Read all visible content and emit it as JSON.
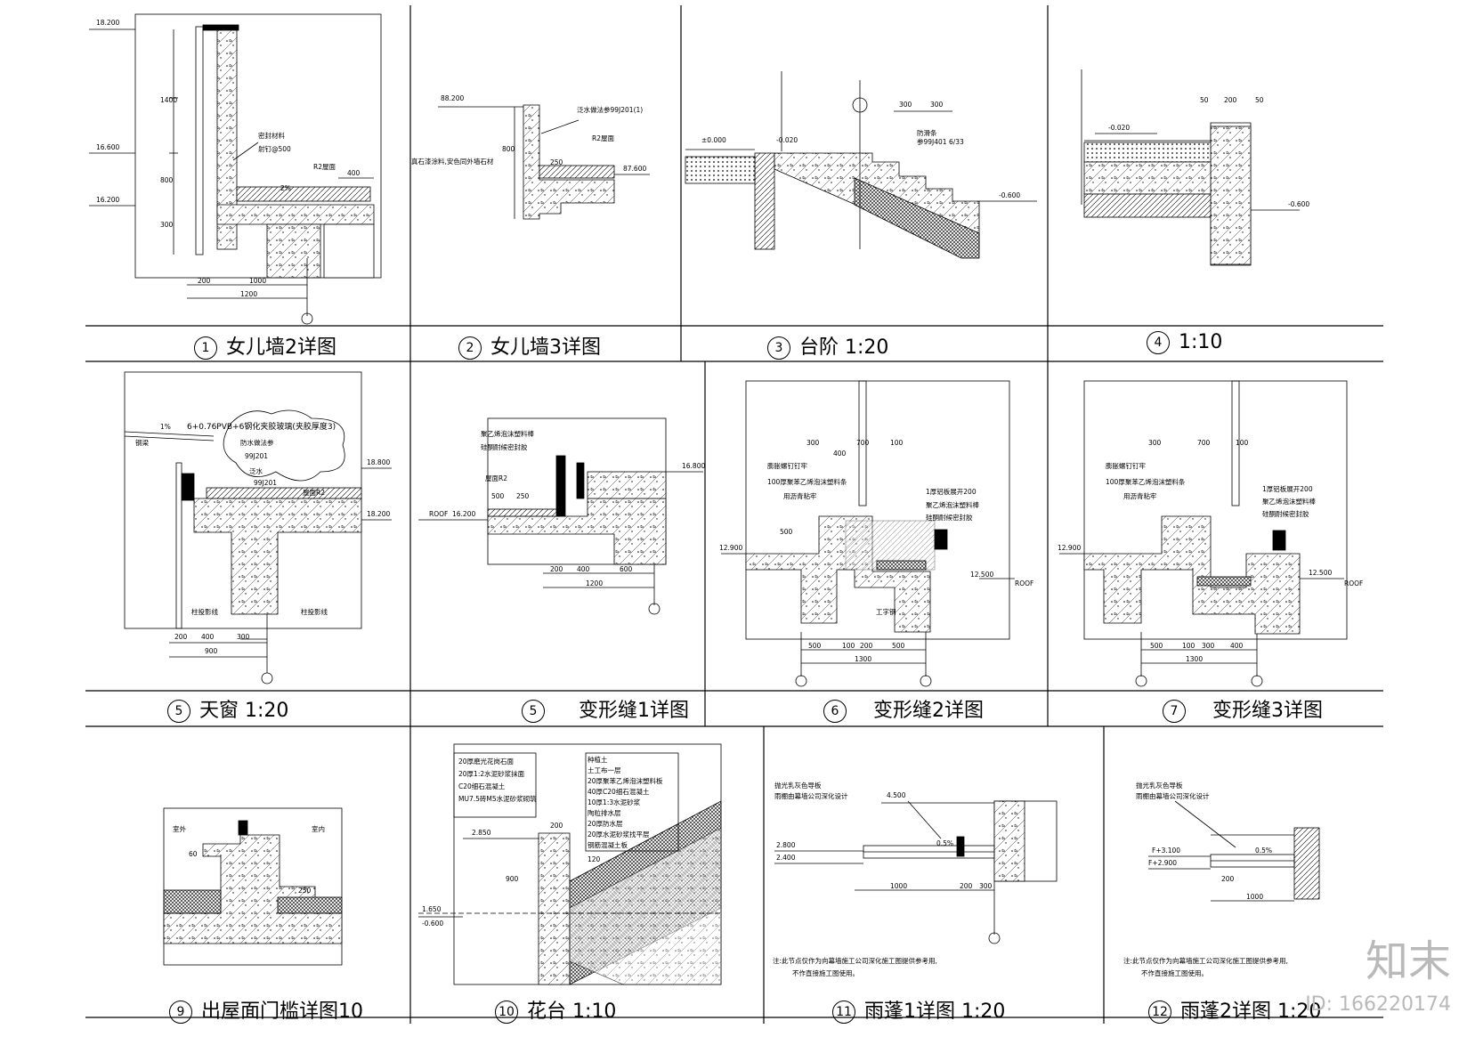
{
  "captions": [
    {
      "no": "1",
      "text": "女儿墙2详图"
    },
    {
      "no": "2",
      "text": "女儿墙3详图"
    },
    {
      "no": "3",
      "text": "台阶 1:20"
    },
    {
      "no": "4",
      "text": "1:10"
    },
    {
      "no": "5",
      "text": "天窗 1:20"
    },
    {
      "no": "5",
      "text": "变形缝1详图"
    },
    {
      "no": "6",
      "text": "变形缝2详图"
    },
    {
      "no": "7",
      "text": "变形缝3详图"
    },
    {
      "no": "9",
      "text": "出屋面门槛详图10"
    },
    {
      "no": "10",
      "text": "花台 1:10"
    },
    {
      "no": "11",
      "text": "雨蓬1详图 1:20"
    },
    {
      "no": "12",
      "text": "雨蓬2详图 1:20"
    }
  ],
  "annotations": {
    "d1": {
      "elev_top": "18.200",
      "elev_mid": "16.600",
      "elev_low": "16.200",
      "dim_1400": "1400",
      "dim_800": "800",
      "dim_300": "300",
      "dim_200": "200",
      "dim_1000": "1000",
      "dim_1200": "1200",
      "slope": "2%",
      "note1": "密封材料",
      "note2": "射钉@500",
      "note3": "R2屋面",
      "dim_400": "400"
    },
    "d2": {
      "elev_top": "88.200",
      "elev_low": "87.600",
      "note1": "泛水做法参99J201(1)",
      "note2": "R2屋面",
      "note3": "真石漆涂料,安色同外墙石材",
      "dim_800": "800",
      "dim_250": "250"
    },
    "d3": {
      "elev_0": "±0.000",
      "elev_1": "-0.020",
      "elev_2": "-0.600",
      "dim_300a": "300",
      "dim_300b": "300",
      "note1": "防滑条",
      "note2": "参99J401 6/33"
    },
    "d4": {
      "elev_1": "-0.020",
      "elev_2": "-0.600",
      "dim_50": "50",
      "dim_200": "200",
      "dim_50b": "50"
    },
    "d5": {
      "slope": "1%",
      "note1": "6+0.76PVB+6钢化夹胶玻璃(夹胶厚度3)",
      "note2": "防水做法参",
      "note3": "99J201",
      "note4": "泛水",
      "note5": "99J201",
      "note6": "屋面R2",
      "elev_1": "18.800",
      "elev_2": "18.200",
      "note7": "柱投影线",
      "note8": "柱投影线",
      "dim_200": "200",
      "dim_400": "400",
      "dim_300": "300",
      "dim_900": "900",
      "note9": "钢梁"
    },
    "d5b": {
      "note1": "聚乙烯泡沫塑料棒",
      "note2": "硅酮耐候密封胶",
      "note3": "屋面R2",
      "elev_1": "16.800",
      "elev_2": "16.200",
      "roof": "ROOF",
      "dim_200": "200",
      "dim_400": "400",
      "dim_600": "600",
      "dim_1200": "1200",
      "dim_500": "500",
      "dim_250": "250"
    },
    "d6": {
      "dim_300": "300",
      "dim_700": "700",
      "dim_100": "100",
      "dim_400": "400",
      "note1": "膨胀螺钉钉牢",
      "note2": "100厚聚苯乙烯泡沫塑料条",
      "note3": "用沥青粘牢",
      "note4": "1厚铝板展开200",
      "note5": "聚乙烯泡沫塑料棒",
      "note6": "硅酮耐候密封胶",
      "elev_1": "12.900",
      "elev_2": "12.500",
      "roof": "ROOF",
      "note7": "工字钢",
      "dim_500a": "500",
      "dim_100b": "100",
      "dim_200": "200",
      "dim_500b": "500",
      "dim_1300": "1300",
      "dim_500c": "500"
    },
    "d7": {
      "dim_300": "300",
      "dim_700": "700",
      "dim_100": "100",
      "note1": "膨胀螺钉钉牢",
      "note2": "100厚聚苯乙烯泡沫塑料条",
      "note3": "用沥青粘牢",
      "note4": "1厚铝板展开200",
      "note5": "聚乙烯泡沫塑料棒",
      "note6": "硅酮耐候密封胶",
      "elev_1": "12.900",
      "elev_2": "12.500",
      "roof": "ROOF",
      "dim_500": "500",
      "dim_100b": "100",
      "dim_300b": "300",
      "dim_400": "400",
      "dim_1300": "1300"
    },
    "d9": {
      "label_out": "室外",
      "label_in": "室内",
      "dim_60": "60",
      "dim_250": "250"
    },
    "d10": {
      "layers_left": [
        "20厚磨光花岗石面",
        "20厚1:2水泥砂浆抹面",
        "C20细石混凝土",
        "MU7.5砖M5水泥砂浆砌筑"
      ],
      "layers_right": [
        "种植土",
        "土工布一层",
        "20厚聚苯乙烯泡沫塑料板",
        "40厚C20细石混凝土",
        "10厚1:3水泥砂浆",
        "陶粒排水层",
        "20厚防水层",
        "20厚水泥砂浆找平层",
        "钢筋混凝土板"
      ],
      "elev_1": "2.850",
      "elev_2": "1.650",
      "elev_3": "-0.600",
      "dim_200": "200",
      "dim_900": "900",
      "dim_120": "120"
    },
    "d11": {
      "note1": "抛光乳灰色导板",
      "note2": "雨棚由幕墙公司深化设计",
      "elev_1": "4.500",
      "elev_2": "2.800",
      "elev_3": "2.400",
      "slope": "0.5%",
      "dim_1000": "1000",
      "dim_200": "200",
      "dim_300": "300",
      "note3": "注:此节点仅作为向幕墙施工公司深化施工图提供参考用,",
      "note4": "不作直接施工图使用。"
    },
    "d12": {
      "note1": "抛光乳灰色导板",
      "note2": "雨棚由幕墙公司深化设计",
      "elev_1": "F+3.100",
      "elev_2": "F+2.900",
      "slope": "0.5%",
      "dim_200": "200",
      "dim_1000": "1000",
      "note3": "注:此节点仅作为向幕墙施工公司深化施工图提供参考用,",
      "note4": "不作直接施工图使用。"
    }
  },
  "watermark": {
    "logo": "知末",
    "id": "ID: 166220174"
  }
}
